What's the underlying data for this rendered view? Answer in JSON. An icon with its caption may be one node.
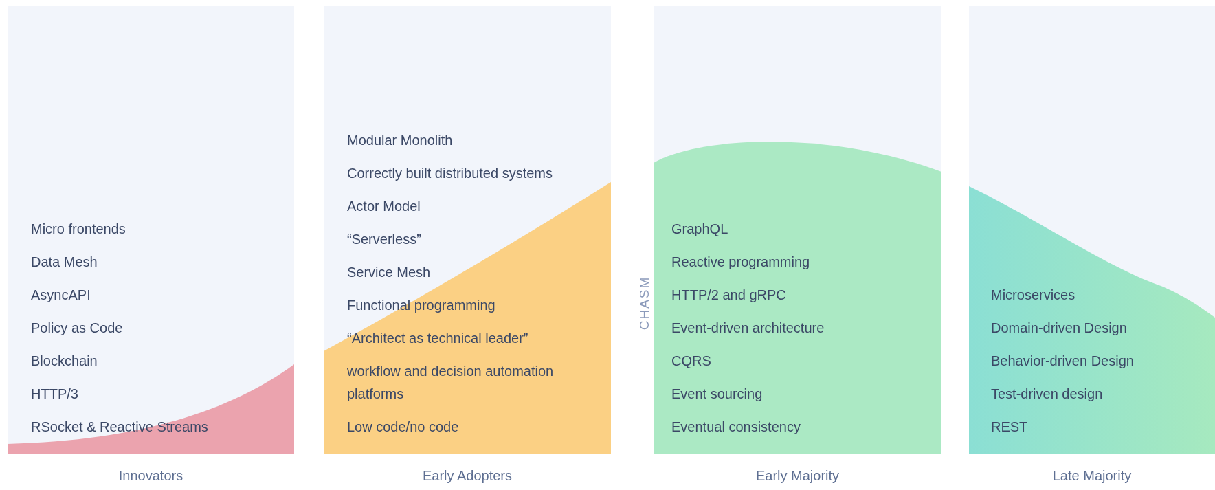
{
  "diagram": {
    "nodes": [
      {
        "text": [
          "Innovators",
          "Micro frontends",
          "Data Mesh",
          "AsyncAPI",
          "Policy as Code",
          "Blockchain",
          "HTTP/3",
          "RSocket & Reactive Streams"
        ]
      },
      {
        "text": [
          "Early Adopters",
          "Modular Monolith",
          "Correctly built distributed systems",
          "Actor Model",
          "“Serverless”",
          "Service Mesh",
          "Functional programming",
          "“Architect as technical leader”",
          "workflow and decision automation platforms",
          "Low code/no code"
        ]
      },
      {
        "text": [
          "Early Majority",
          "GraphQL",
          "Reactive programming",
          "HTTP/2 and gRPC",
          "Event-driven architecture",
          "CQRS",
          "Event sourcing",
          "Eventual consistency"
        ]
      },
      {
        "text": [
          "Late Majority",
          "Microservices",
          "Domain-driven Design",
          "Behavior-driven Design",
          "Test-driven design",
          "REST"
        ]
      }
    ],
    "labels": [
      "CHASM"
    ]
  }
}
